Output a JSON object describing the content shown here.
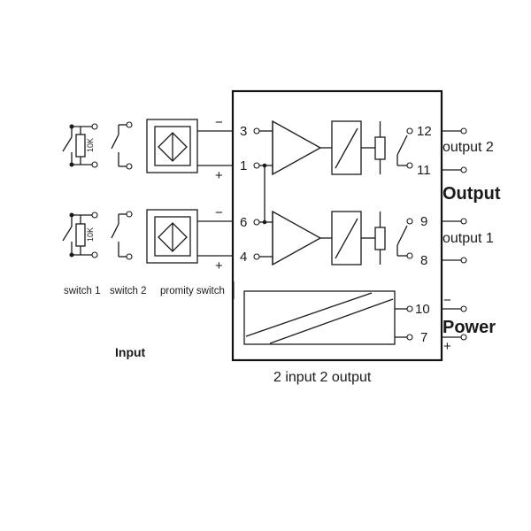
{
  "pins": {
    "p3": "3",
    "p1": "1",
    "p6": "6",
    "p4": "4",
    "p12": "12",
    "p11": "11",
    "p9": "9",
    "p8": "8",
    "p10": "10",
    "p7": "7"
  },
  "signs": {
    "in1_minus": "−",
    "in1_plus": "+",
    "in2_minus": "−",
    "in2_plus": "+",
    "pwr_minus": "−",
    "pwr_plus": "+"
  },
  "labels": {
    "output2": "output 2",
    "output1": "output 1",
    "output": "Output",
    "power": "Power",
    "input": "Input",
    "switch1": "switch 1",
    "switch2": "switch 2",
    "promity": "promity switch",
    "resistor_top": "10K",
    "resistor_bottom": "10K",
    "caption": "2 input 2 output"
  }
}
